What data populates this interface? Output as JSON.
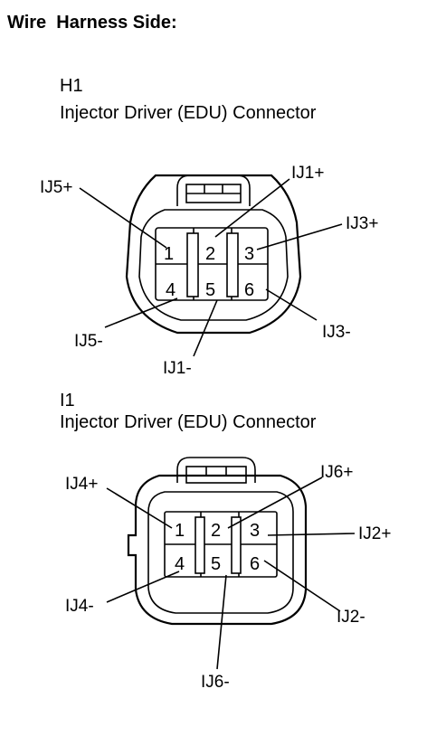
{
  "title": "Wire  Harness Side:",
  "connectors": [
    {
      "id": "H1",
      "name": "Injector Driver (EDU) Connector",
      "pins": [
        "1",
        "2",
        "3",
        "4",
        "5",
        "6"
      ],
      "labels": {
        "pin1": "IJ5+",
        "pin2": "IJ1+",
        "pin3": "IJ3+",
        "pin4": "IJ5-",
        "pin5": "IJ1-",
        "pin6": "IJ3-"
      }
    },
    {
      "id": "I1",
      "name": "Injector Driver (EDU) Connector",
      "pins": [
        "1",
        "2",
        "3",
        "4",
        "5",
        "6"
      ],
      "labels": {
        "pin1": "IJ4+",
        "pin2": "IJ6+",
        "pin3": "IJ2+",
        "pin4": "IJ4-",
        "pin5": "IJ6-",
        "pin6": "IJ2-"
      }
    }
  ]
}
